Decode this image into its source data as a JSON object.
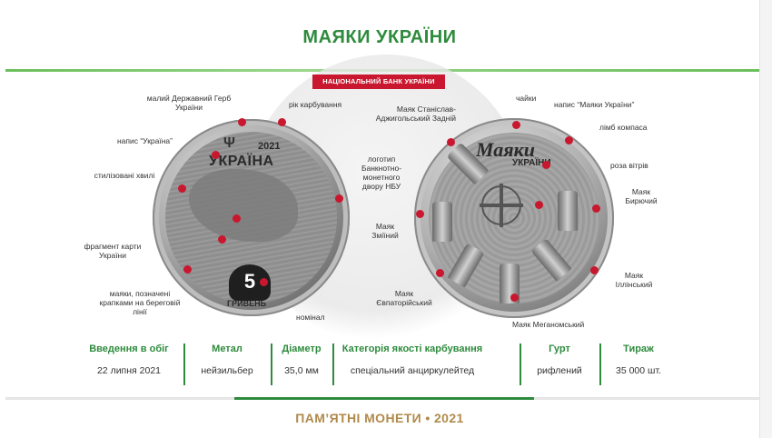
{
  "title": "МАЯКИ УКРАЇНИ",
  "bank_label": "НАЦІОНАЛЬНИЙ БАНК УКРАЇНИ",
  "obverse": {
    "coin_word": "УКРАЇНА",
    "year": "2021",
    "denomination": "5",
    "denomination_word": "ГРИВЕНЬ",
    "labels": {
      "gerb": "малий Державний Герб України",
      "year": "рік карбування",
      "napys": "напис “Україна”",
      "waves": "стилізовані хвилі",
      "logo": "логотип Банкнотно-монетного двору НБУ",
      "map": "фрагмент карти України",
      "dots": "маяки, позначені крапками на береговій лінії",
      "nominal": "номінал"
    }
  },
  "reverse": {
    "coin_title": "Маяки",
    "coin_subtitle": "УКРАЇНИ",
    "labels": {
      "chaiky": "чайки",
      "napys": "напис “Маяки України”",
      "stanislav": "Маяк Станіслав-Аджигольський Задній",
      "limb": "лімб компаса",
      "rose": "роза вітрів",
      "biriuchyi": "Маяк Бирючий",
      "zminyi": "Маяк Зміїний",
      "illinskyi": "Маяк Іллінський",
      "yevpatoriiskyi": "Маяк Євпаторійський",
      "meganomskyi": "Маяк Меганомський"
    }
  },
  "specs": [
    {
      "heading": "Введення в обіг",
      "value": "22 липня 2021"
    },
    {
      "heading": "Метал",
      "value": "нейзильбер"
    },
    {
      "heading": "Діаметр",
      "value": "35,0 мм"
    },
    {
      "heading": "Категорія якості карбування",
      "value": "спеціальний анциркулейтед"
    },
    {
      "heading": "Гурт",
      "value": "рифлений"
    },
    {
      "heading": "Тираж",
      "value": "35 000 шт."
    }
  ],
  "footer": "ПАМ’ЯТНІ МОНЕТИ • 2021",
  "colors": {
    "green": "#2e8b3d",
    "red": "#c8172e",
    "gold": "#b08a4a"
  }
}
